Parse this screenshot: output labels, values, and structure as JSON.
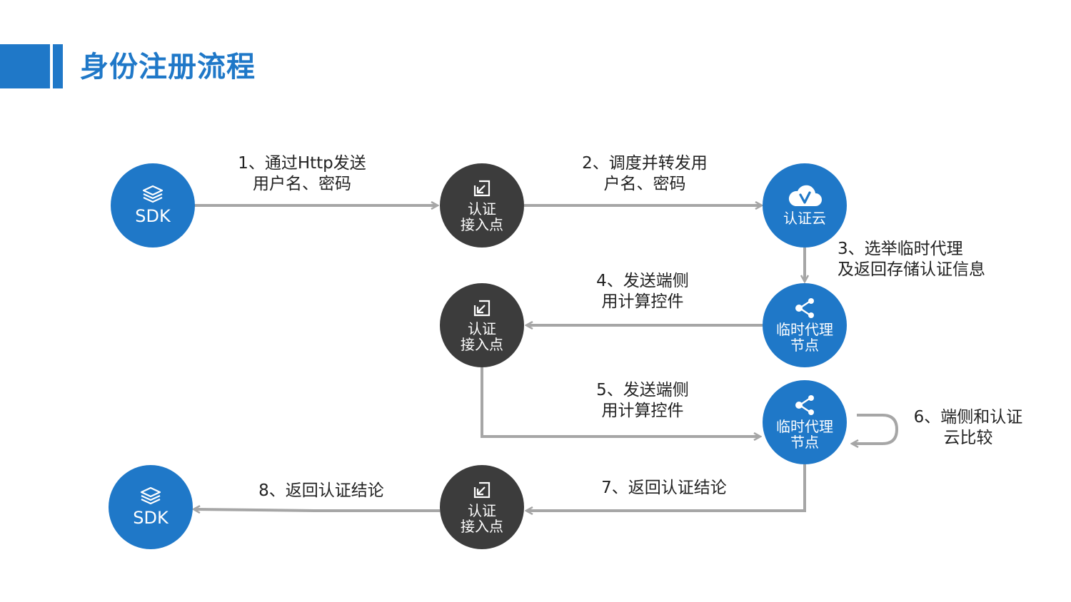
{
  "title": "身份注册流程",
  "colors": {
    "accent": "#1f78c8",
    "dark_node": "#3c3c3c",
    "arrow": "#a6a6a6"
  },
  "nodes": {
    "sdk1": {
      "label": "SDK",
      "icon": "layers-icon"
    },
    "auth1": {
      "label": "认证\n接入点",
      "icon": "arrow-in-icon"
    },
    "cloud": {
      "label": "认证云",
      "icon": "cloud-icon"
    },
    "proxy1": {
      "label": "临时代理\n节点",
      "icon": "share-icon"
    },
    "auth2": {
      "label": "认证\n接入点",
      "icon": "arrow-in-icon"
    },
    "proxy2": {
      "label": "临时代理\n节点",
      "icon": "share-icon"
    },
    "auth3": {
      "label": "认证\n接入点",
      "icon": "arrow-in-icon"
    },
    "sdk2": {
      "label": "SDK",
      "icon": "layers-icon"
    }
  },
  "steps": {
    "s1": "1、通过Http发送\n用户名、密码",
    "s2": "2、调度并转发用\n户名、密码",
    "s3": "3、选举临时代理\n及返回存储认证信息",
    "s4": "4、发送端侧\n用计算控件",
    "s5": "5、发送端侧\n用计算控件",
    "s6": "6、端侧和认证\n云比较",
    "s7": "7、返回认证结论",
    "s8": "8、返回认证结论"
  }
}
